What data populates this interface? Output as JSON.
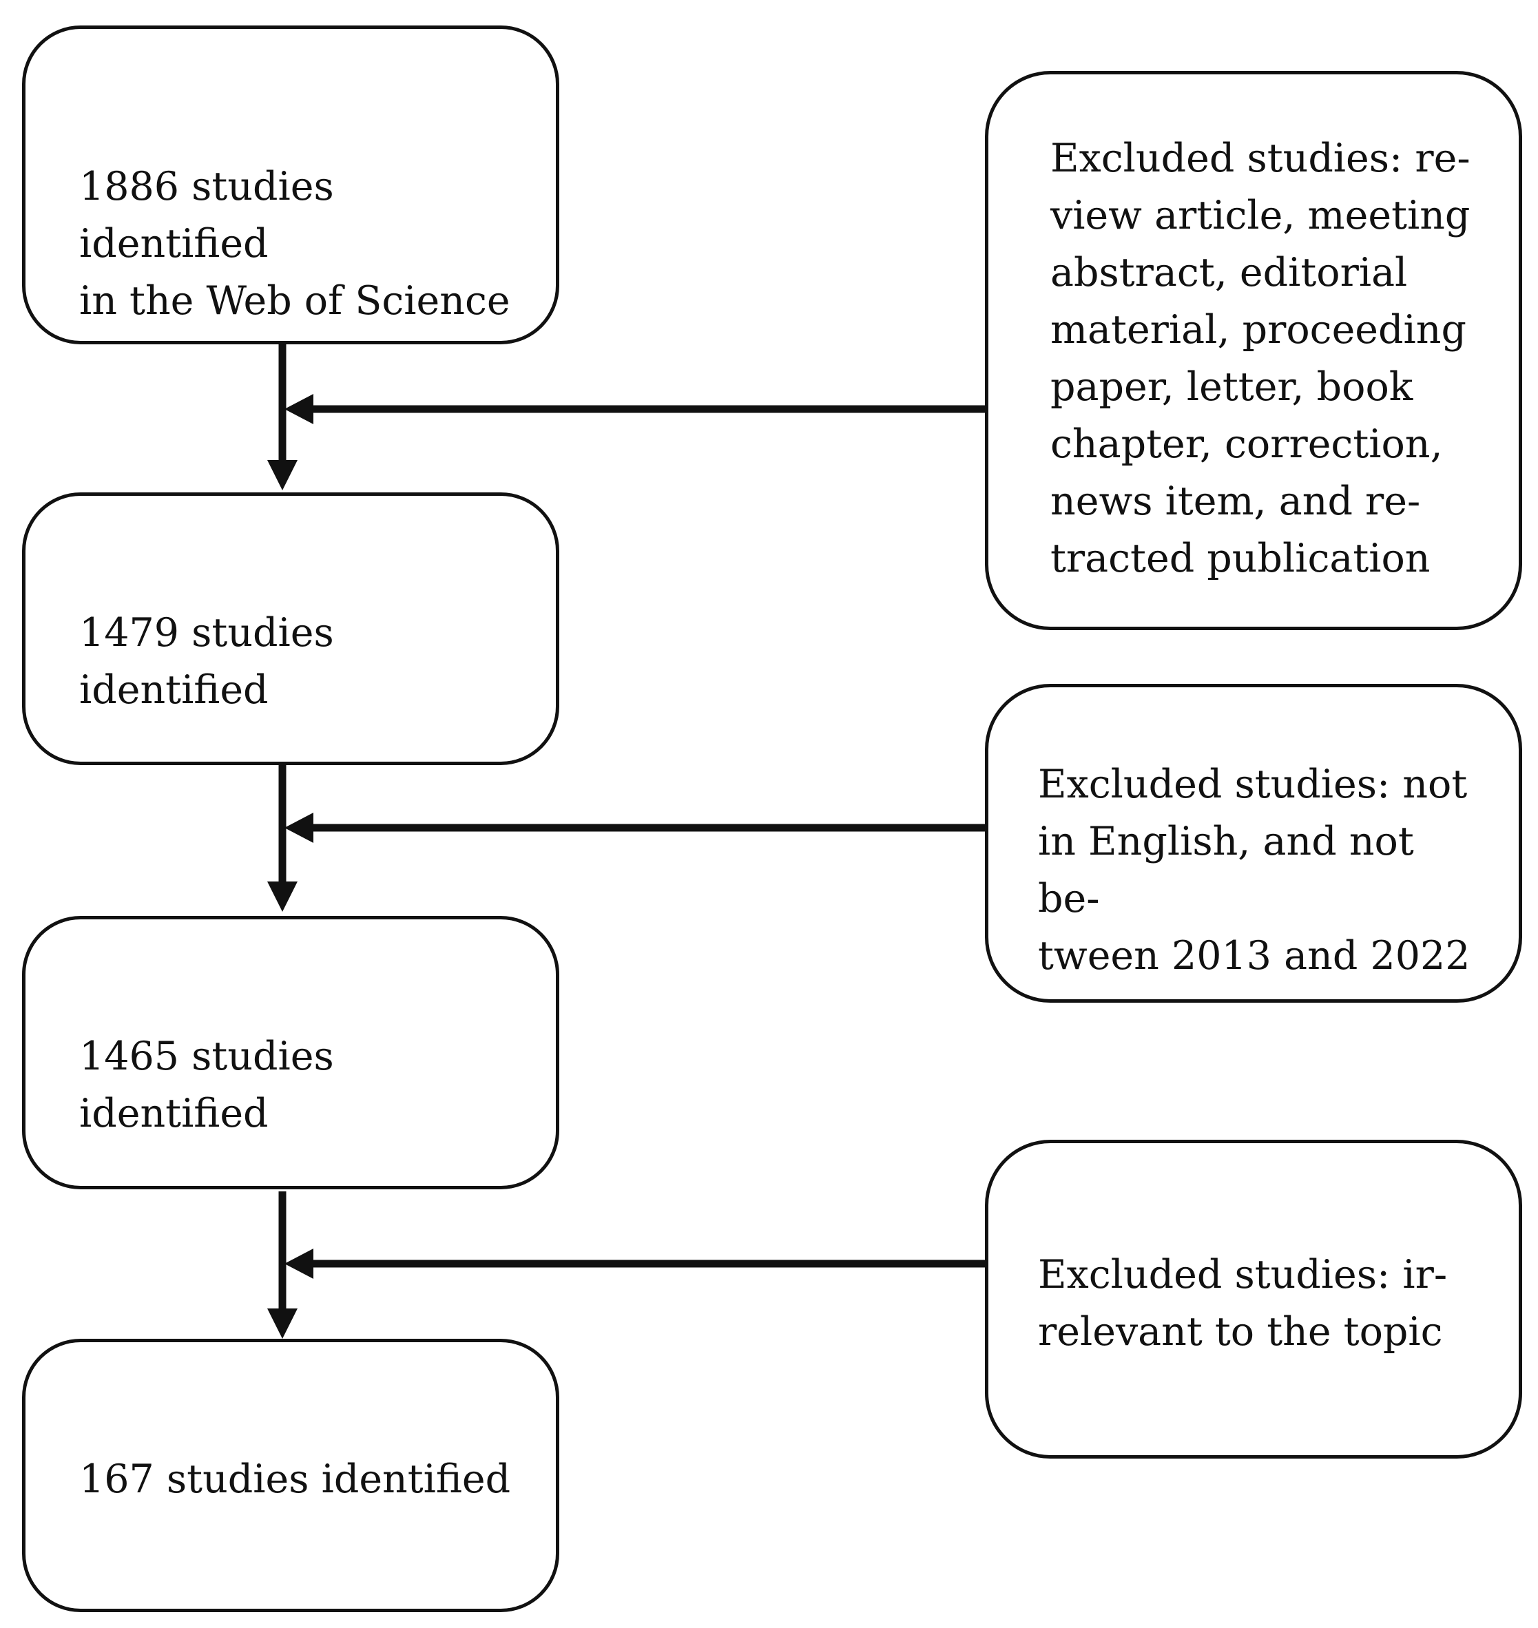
{
  "stages": [
    {
      "id": "stage-1",
      "text": "1886 studies identified\nin the Web of Science"
    },
    {
      "id": "stage-2",
      "text": "1479 studies identified"
    },
    {
      "id": "stage-3",
      "text": "1465 studies identified"
    },
    {
      "id": "stage-4",
      "text": "167 studies identified"
    }
  ],
  "exclusions": [
    {
      "id": "exclusion-1",
      "text": "Excluded  studies:  re-\nview article, meeting\nabstract, editorial\nmaterial, proceeding\npaper, letter, book\nchapter, correction,\nnews item, and re-\ntracted publication"
    },
    {
      "id": "exclusion-2",
      "text": "Excluded  studies:  not\nin English,  and not be-\ntween 2013 and 2022"
    },
    {
      "id": "exclusion-3",
      "text": "Excluded  studies: ir-\nrelevant to the topic"
    }
  ],
  "colors": {
    "line": "#111111",
    "background": "#ffffff"
  }
}
